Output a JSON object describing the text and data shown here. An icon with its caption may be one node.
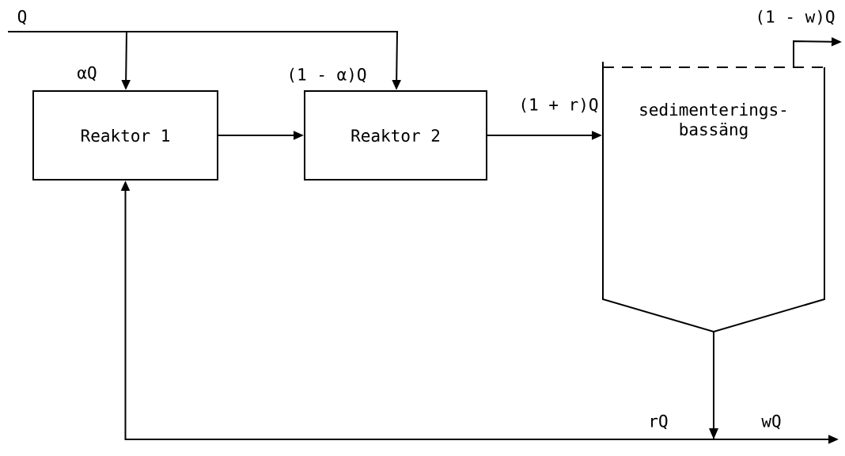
{
  "diagram": {
    "nodes": [
      {
        "text": [
          "Reaktor 1"
        ]
      },
      {
        "text": [
          "Reaktor 2"
        ]
      },
      {
        "text": [
          "sedimenterings- bassäng"
        ]
      }
    ],
    "edges": [
      {
        "from": null,
        "to": 0,
        "arrow": "to",
        "label": "αQ"
      },
      {
        "from": null,
        "to": 1,
        "arrow": "to",
        "label": "(1 - α)Q"
      },
      {
        "from": 0,
        "to": 1,
        "arrow": "to"
      },
      {
        "from": 1,
        "to": 2,
        "arrow": "to",
        "label": "(1 + r)Q"
      },
      {
        "from": 2,
        "to": null,
        "arrow": "to",
        "label": "(1 - w)Q"
      },
      {
        "from": 2,
        "to": 0,
        "arrow": "to",
        "label": "rQ"
      },
      {
        "from": 2,
        "to": null,
        "arrow": "to",
        "label": "wQ"
      }
    ],
    "labels": [
      "Q"
    ]
  }
}
